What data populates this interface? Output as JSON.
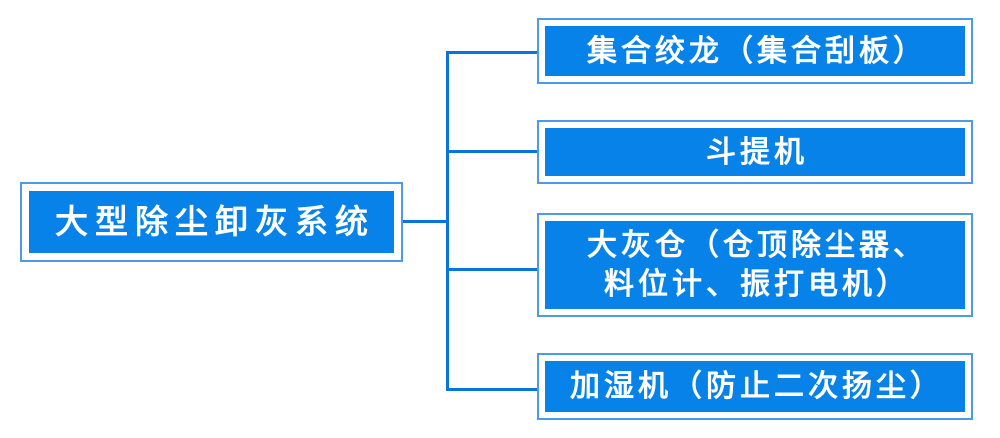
{
  "diagram": {
    "type": "tree",
    "root": {
      "label": "大型除尘卸灰系统"
    },
    "children": [
      {
        "label": "集合绞龙（集合刮板）"
      },
      {
        "label": "斗提机"
      },
      {
        "label": "大灰仓（仓顶除尘器、\n料位计、振打电机）"
      },
      {
        "label": "加湿机（防止二次扬尘）"
      }
    ],
    "colors": {
      "fill": "#0782e9",
      "line": "#0b74da",
      "outer_border": "#4f9ae8",
      "text": "#ffffff",
      "background": "#ffffff"
    }
  }
}
